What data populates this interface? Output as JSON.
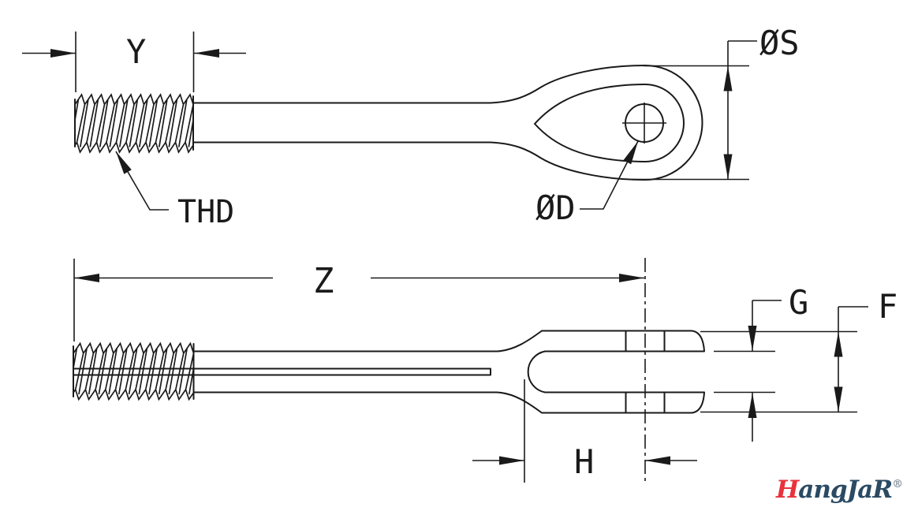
{
  "drawing": {
    "labels": {
      "thread_length": "Y",
      "thread_callout": "THD",
      "eye_outer_diameter": "ØS",
      "eye_hole_diameter": "ØD",
      "overall_length": "Z",
      "fork_gap": "G",
      "fork_outer_width": "F",
      "fork_slot_depth": "H"
    },
    "line_color": "#1a1a1a"
  },
  "logo": {
    "initial": "H",
    "rest": "angJaR",
    "registered": "®",
    "initial_color": "#e8323c",
    "text_color": "#2b4a63",
    "registered_color": "#8a97a0"
  }
}
